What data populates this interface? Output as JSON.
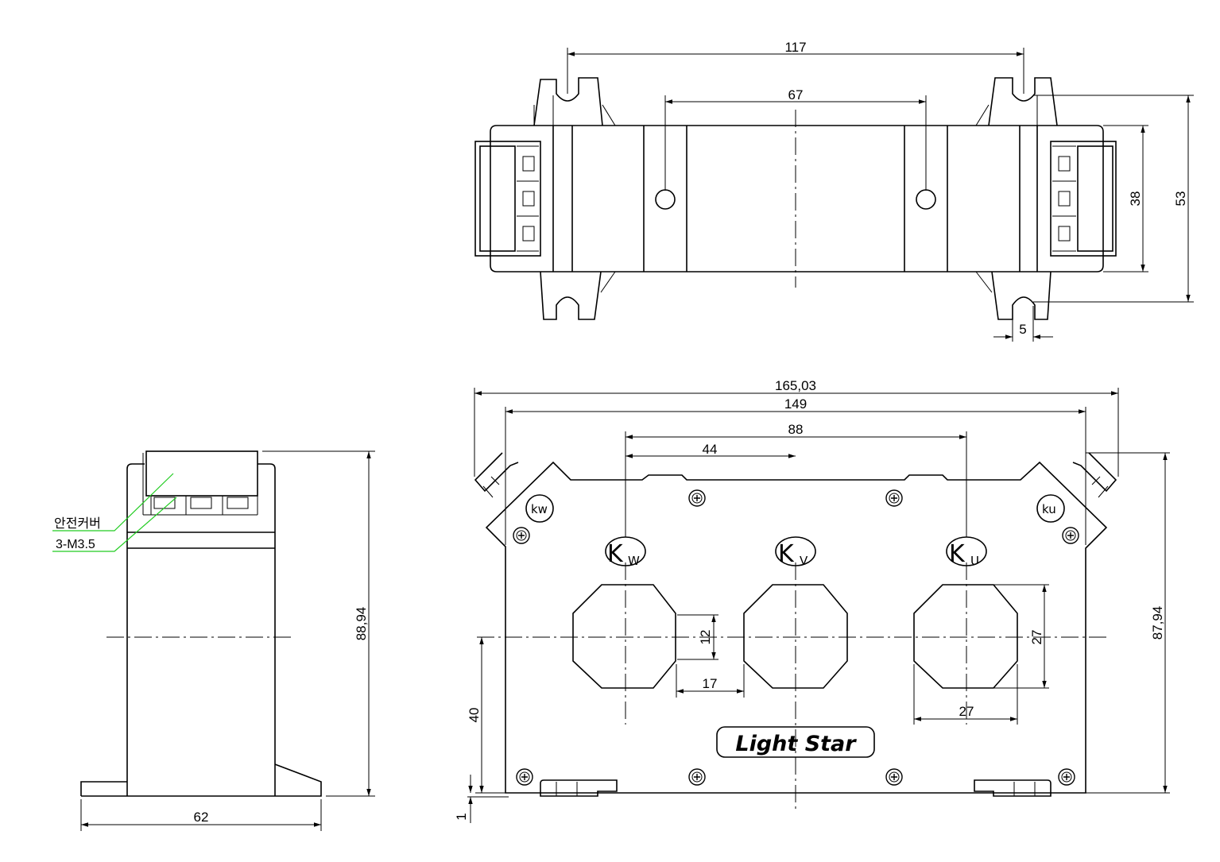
{
  "top_view": {
    "dim_overall_slots": "117",
    "dim_holes": "67",
    "dim_height_inner": "38",
    "dim_height_outer": "53",
    "dim_slot_width": "5"
  },
  "side_view": {
    "dim_height": "88,94",
    "dim_base_width": "62",
    "callout_cover": "안전커버",
    "callout_screw": "3-M3.5"
  },
  "front_view": {
    "dim_overall": "165,03",
    "dim_mount": "149",
    "dim_pitch_outer": "88",
    "dim_pitch": "44",
    "dim_height": "87,94",
    "dim_hole_small": "12",
    "dim_web": "17",
    "dim_window_h": "27",
    "dim_window_w": "27",
    "dim_center_height": "40",
    "dim_base_offset": "1",
    "labels": {
      "kw_letter": "K",
      "kw_sub": "W",
      "kv_letter": "K",
      "kv_sub": "V",
      "ku_letter": "K",
      "ku_sub": "U",
      "tag_kw": "kw",
      "tag_ku": "ku"
    },
    "logo": "Light Star"
  }
}
